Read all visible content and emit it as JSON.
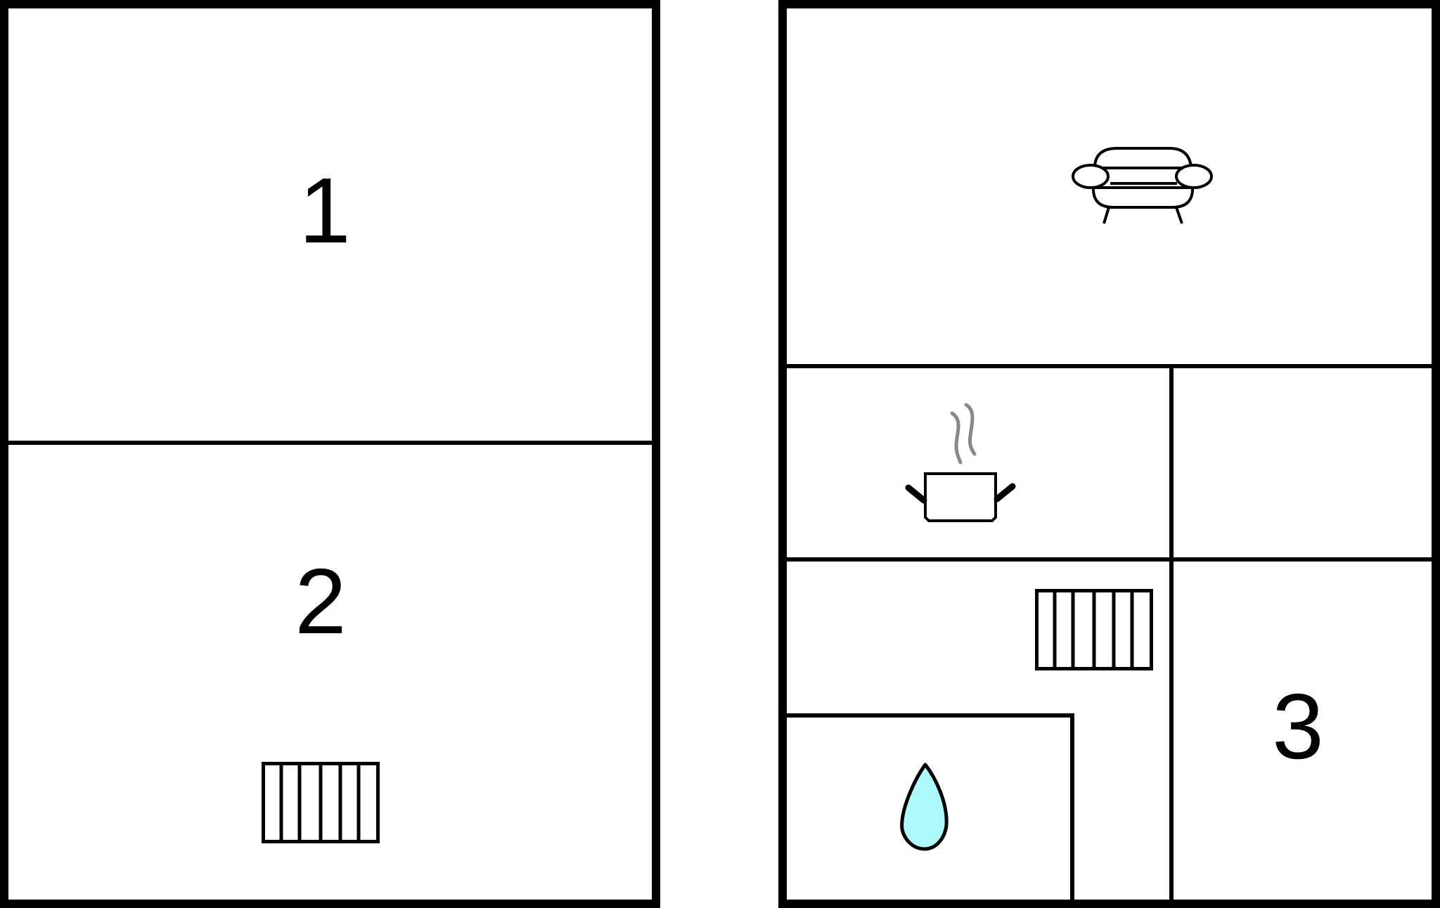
{
  "plan": {
    "left_block": {
      "rooms": [
        {
          "id": "room-1",
          "label": "1"
        },
        {
          "id": "room-2",
          "label": "2"
        }
      ]
    },
    "right_block": {
      "rooms": [
        {
          "id": "living-room",
          "icon": "sofa-icon"
        },
        {
          "id": "kitchen",
          "icon": "cooking-pot-icon"
        },
        {
          "id": "storage",
          "icon": ""
        },
        {
          "id": "hallway",
          "icon": "radiator-icon"
        },
        {
          "id": "bathroom",
          "icon": "water-drop-icon"
        },
        {
          "id": "room-3",
          "label": "3"
        }
      ]
    }
  },
  "colors": {
    "wall": "#000000",
    "background": "#ffffff",
    "water_drop_fill": "#adfafc",
    "steam": "#888888"
  },
  "icons": [
    "sofa-icon",
    "cooking-pot-icon",
    "steam-icon",
    "radiator-icon",
    "water-drop-icon"
  ]
}
